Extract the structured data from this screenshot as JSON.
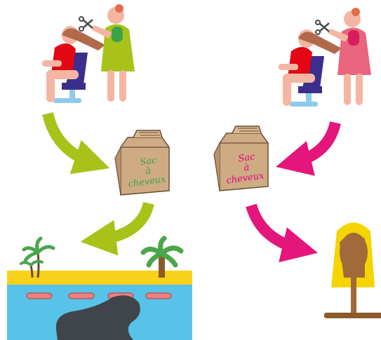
{
  "bags": {
    "left": {
      "line1": "Sac",
      "line2": "à",
      "line3": "cheveux",
      "color": "#3aa24a"
    },
    "right": {
      "line1": "Sac",
      "line2": "à",
      "line3": "cheveux",
      "color": "#e3007e"
    }
  },
  "colors": {
    "green_arrow": "#a8c21a",
    "magenta_arrow": "#e4167b",
    "sea": "#58c3e8",
    "sand": "#f8d21a",
    "oil_spill": "#3f454b",
    "bag": "#cfab84",
    "wig": "#f6d400"
  },
  "icons": [
    "hairdresser-green-icon",
    "hairdresser-pink-icon",
    "hair-bag-icon",
    "beach-oil-spill-icon",
    "wig-on-stand-icon"
  ]
}
